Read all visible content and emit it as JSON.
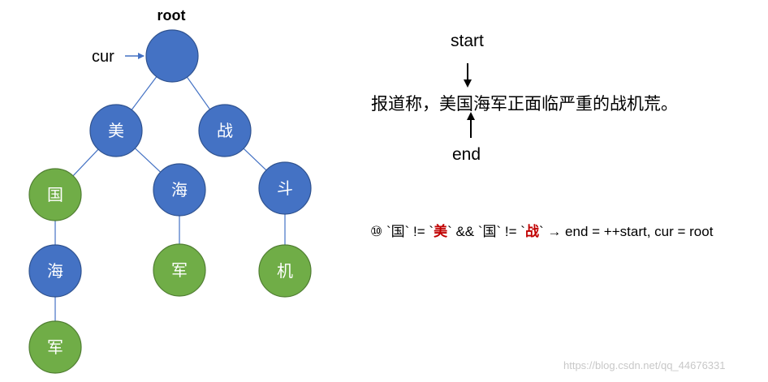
{
  "tree": {
    "root_label": "root",
    "cur_label": "cur",
    "colors": {
      "blue": "#4472C4",
      "green": "#70AD47",
      "edge": "#4472C4"
    },
    "nodes": [
      {
        "id": "root",
        "char": "",
        "color": "blue",
        "parent": null
      },
      {
        "id": "mei",
        "char": "美",
        "color": "blue",
        "parent": "root"
      },
      {
        "id": "zhan",
        "char": "战",
        "color": "blue",
        "parent": "root"
      },
      {
        "id": "guo",
        "char": "国",
        "color": "green",
        "parent": "mei"
      },
      {
        "id": "hai1",
        "char": "海",
        "color": "blue",
        "parent": "mei"
      },
      {
        "id": "dou",
        "char": "斗",
        "color": "blue",
        "parent": "zhan"
      },
      {
        "id": "hai2",
        "char": "海",
        "color": "blue",
        "parent": "guo"
      },
      {
        "id": "jun1",
        "char": "军",
        "color": "green",
        "parent": "hai1"
      },
      {
        "id": "ji",
        "char": "机",
        "color": "green",
        "parent": "dou"
      },
      {
        "id": "jun2",
        "char": "军",
        "color": "green",
        "parent": "hai2"
      }
    ]
  },
  "pointers": {
    "start_label": "start",
    "end_label": "end"
  },
  "sentence": "报道称，美国海军正面临严重的战机荒。",
  "step": {
    "number": "⑩",
    "pre": " `国` != `",
    "char1": "美",
    "mid": "` && `国` != `",
    "char2": "战",
    "post": "` → end = ++start, cur = root"
  },
  "watermark": "https://blog.csdn.net/qq_44676331"
}
